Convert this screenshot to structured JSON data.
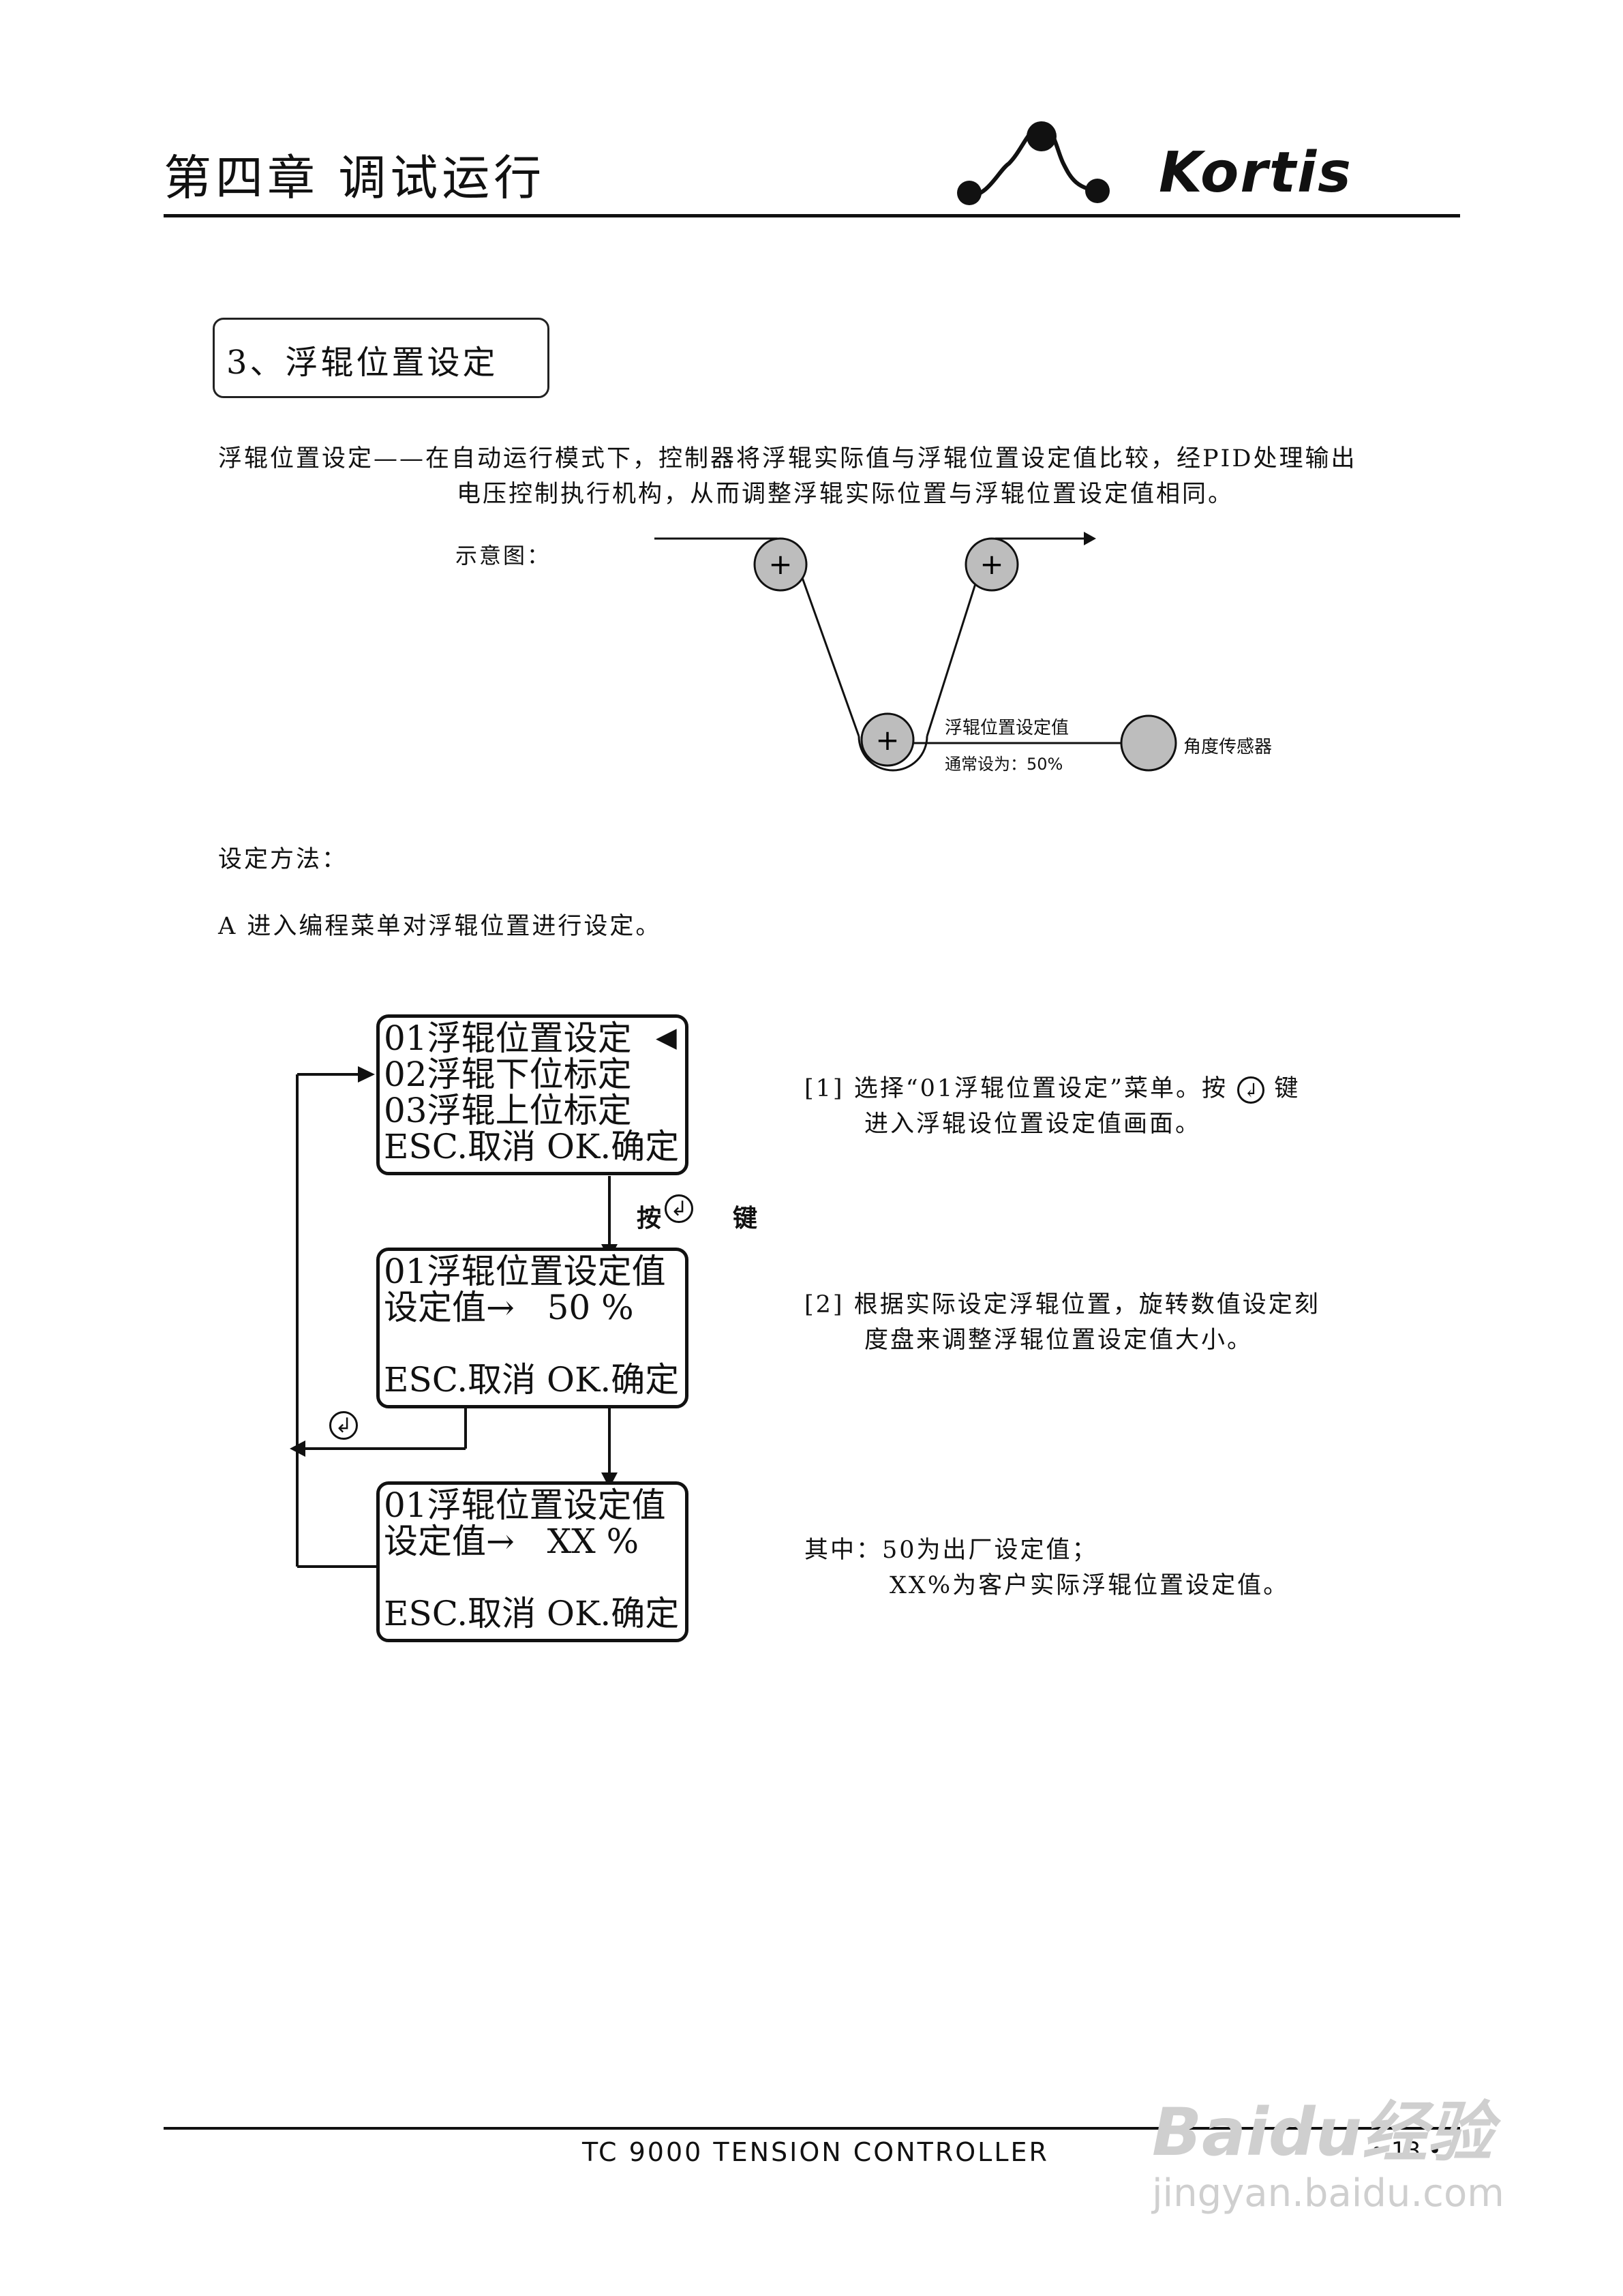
{
  "header": {
    "chapter_title": "第四章 调试运行",
    "logo_text": "Kortis"
  },
  "section": {
    "title": "3、浮辊位置设定"
  },
  "intro": {
    "line1": "浮辊位置设定——在自动运行模式下，控制器将浮辊实际值与浮辊位置设定值比较，经PID处理输出",
    "line2": "电压控制执行机构，从而调整浮辊实际位置与浮辊位置设定值相同。"
  },
  "diagram": {
    "label": "示意图：",
    "roller_setpoint_label": "浮辊位置设定值",
    "roller_setpoint_note": "通常设为：50%",
    "sensor_label": "角度传感器",
    "plus_glyph": "+"
  },
  "method": {
    "title": "设定方法：",
    "step_a": "A 进入编程菜单对浮辊位置进行设定。"
  },
  "flow": {
    "screen1": {
      "lines": [
        "01浮辊位置设定",
        "02浮辊下位标定",
        "03浮辊上位标定",
        "ESC.取消 OK.确定"
      ],
      "cursor": "◀"
    },
    "press_label": "按",
    "key_label": "键",
    "screen2": {
      "lines": [
        "01浮辊位置设定值",
        "设定值→   50 %",
        "",
        "ESC.取消 OK.确定"
      ]
    },
    "screen3": {
      "lines": [
        "01浮辊位置设定值",
        "设定值→   XX %",
        "",
        "ESC.取消 OK.确定"
      ]
    },
    "enter_key_glyph": "↲"
  },
  "notes": {
    "n1_line1_pre": "[1] 选择“01浮辊位置设定”菜单。按",
    "n1_line1_post": "键",
    "n1_line2": "进入浮辊设位置设定值画面。",
    "n2_line1": "[2] 根据实际设定浮辊位置，旋转数值设定刻",
    "n2_line2": "度盘来调整浮辊位置设定值大小。",
    "n3_line1": "其中：50为出厂设定值；",
    "n3_line2": "XX%为客户实际浮辊位置设定值。"
  },
  "footer": {
    "title": "TC 9000 TENSION CONTROLLER",
    "page_number": "• 13 •"
  },
  "watermark": {
    "line1": "Baidu经验",
    "line2": "jingyan.baidu.com"
  }
}
